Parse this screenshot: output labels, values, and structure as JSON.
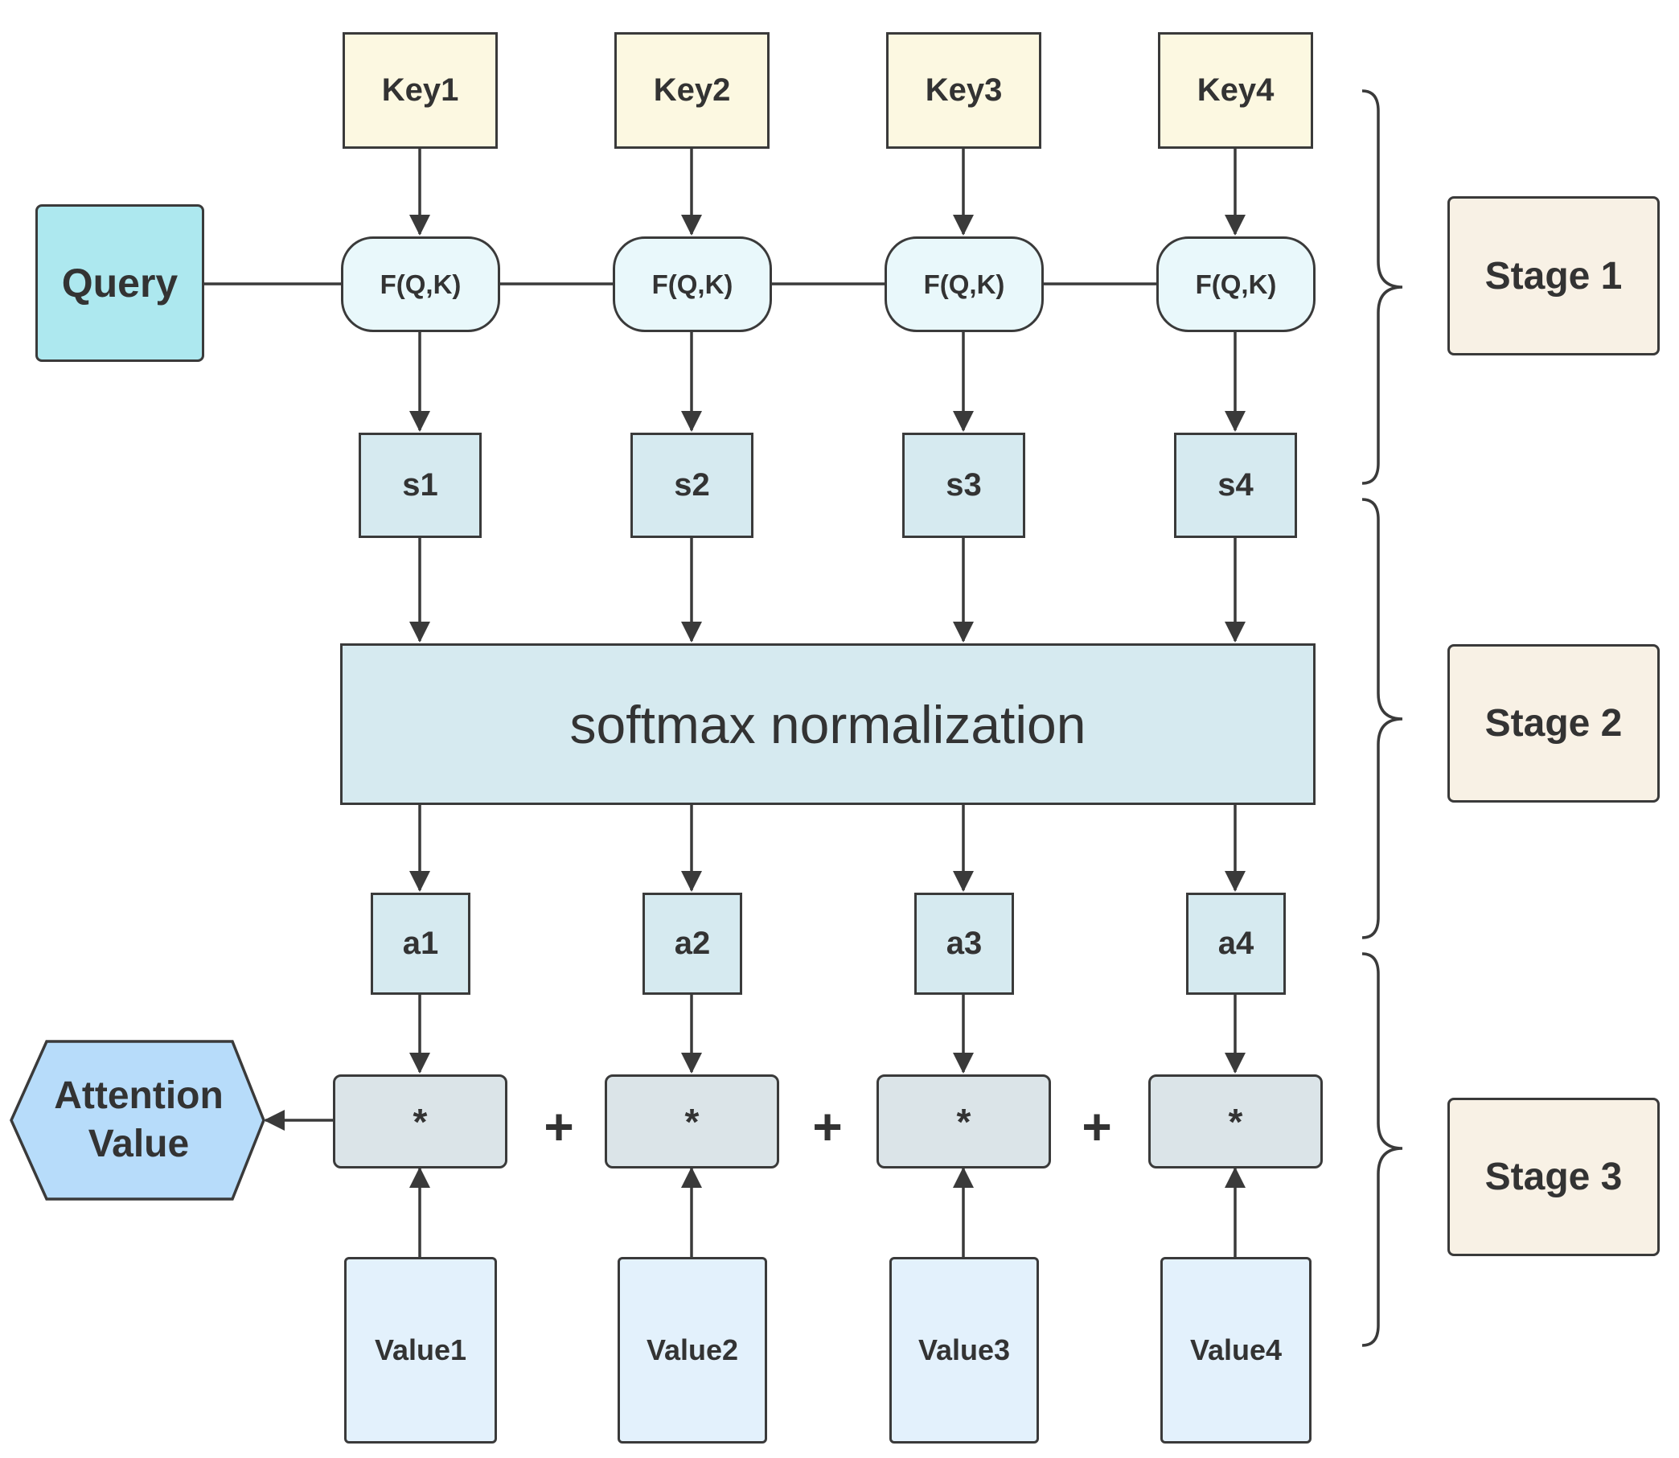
{
  "keys": [
    "Key1",
    "Key2",
    "Key3",
    "Key4"
  ],
  "query": "Query",
  "fqk": [
    "F(Q,K)",
    "F(Q,K)",
    "F(Q,K)",
    "F(Q,K)"
  ],
  "scores": [
    "s1",
    "s2",
    "s3",
    "s4"
  ],
  "softmax": "softmax normalization",
  "weights": [
    "a1",
    "a2",
    "a3",
    "a4"
  ],
  "multiply": [
    "*",
    "*",
    "*",
    "*"
  ],
  "plus": [
    "+",
    "+",
    "+"
  ],
  "values": [
    "Value1",
    "Value2",
    "Value3",
    "Value4"
  ],
  "attention": {
    "line1": "Attention",
    "line2": "Value"
  },
  "stages": [
    "Stage 1",
    "Stage 2",
    "Stage 3"
  ],
  "colors": {
    "key": "#fcf8e1",
    "query": "#ade8ef",
    "fqk": "#e9f8fb",
    "score": "#d6eaf0",
    "multiply": "#dbe4e8",
    "value": "#e3f1fc",
    "attention": "#b7dcfa",
    "stage": "#f8f1e5",
    "line": "#3a3a3a"
  }
}
